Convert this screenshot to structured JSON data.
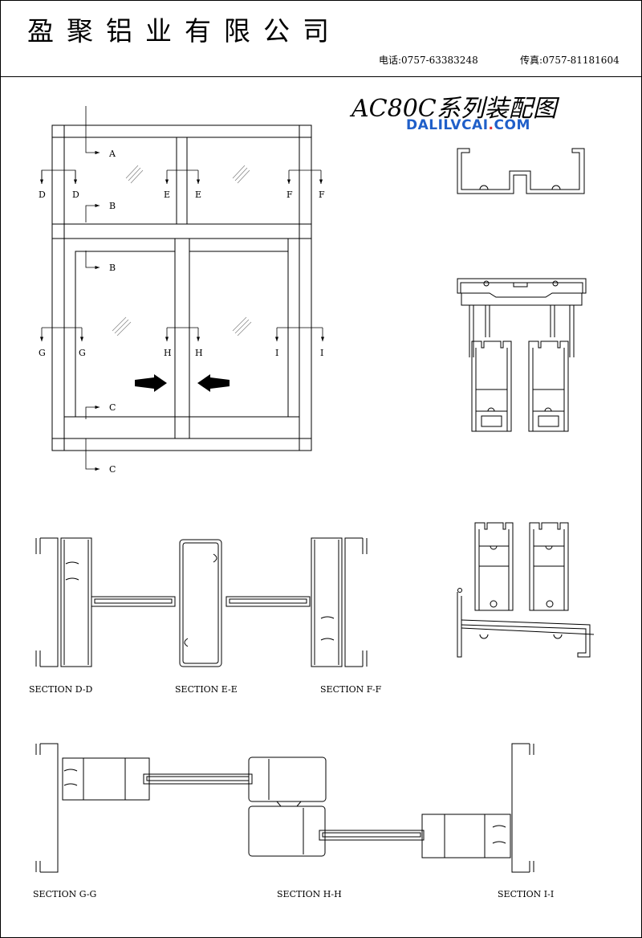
{
  "header": {
    "company": "盈聚铝业有限公司",
    "phone": "电话:0757-63383248",
    "fax": "传真:0757-81181604"
  },
  "title": "AC80C系列装配图",
  "watermark": {
    "prefix": "DALILVCAI",
    "dot": ".",
    "suffix": "COM"
  },
  "markers": {
    "A": "A",
    "B": "B",
    "C": "C",
    "D": "D",
    "E": "E",
    "F": "F",
    "G": "G",
    "H": "H",
    "I": "I"
  },
  "sections": {
    "dd": "SECTION D-D",
    "ee": "SECTION E-E",
    "ff": "SECTION F-F",
    "gg": "SECTION G-G",
    "hh": "SECTION H-H",
    "ii": "SECTION I-I"
  }
}
